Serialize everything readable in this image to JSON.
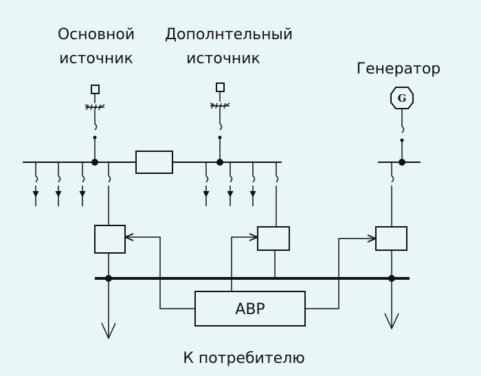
{
  "labels": {
    "main_source_line1": "Основной",
    "main_source_line2": "источник",
    "extra_source_line1": "Дополнтельный",
    "extra_source_line2": "источник",
    "generator": "Генератор",
    "generator_symbol": "G",
    "avr": "АВР",
    "consumer": "К потребителю"
  },
  "colors": {
    "background": "#e8f6f8",
    "line": "#111111"
  }
}
